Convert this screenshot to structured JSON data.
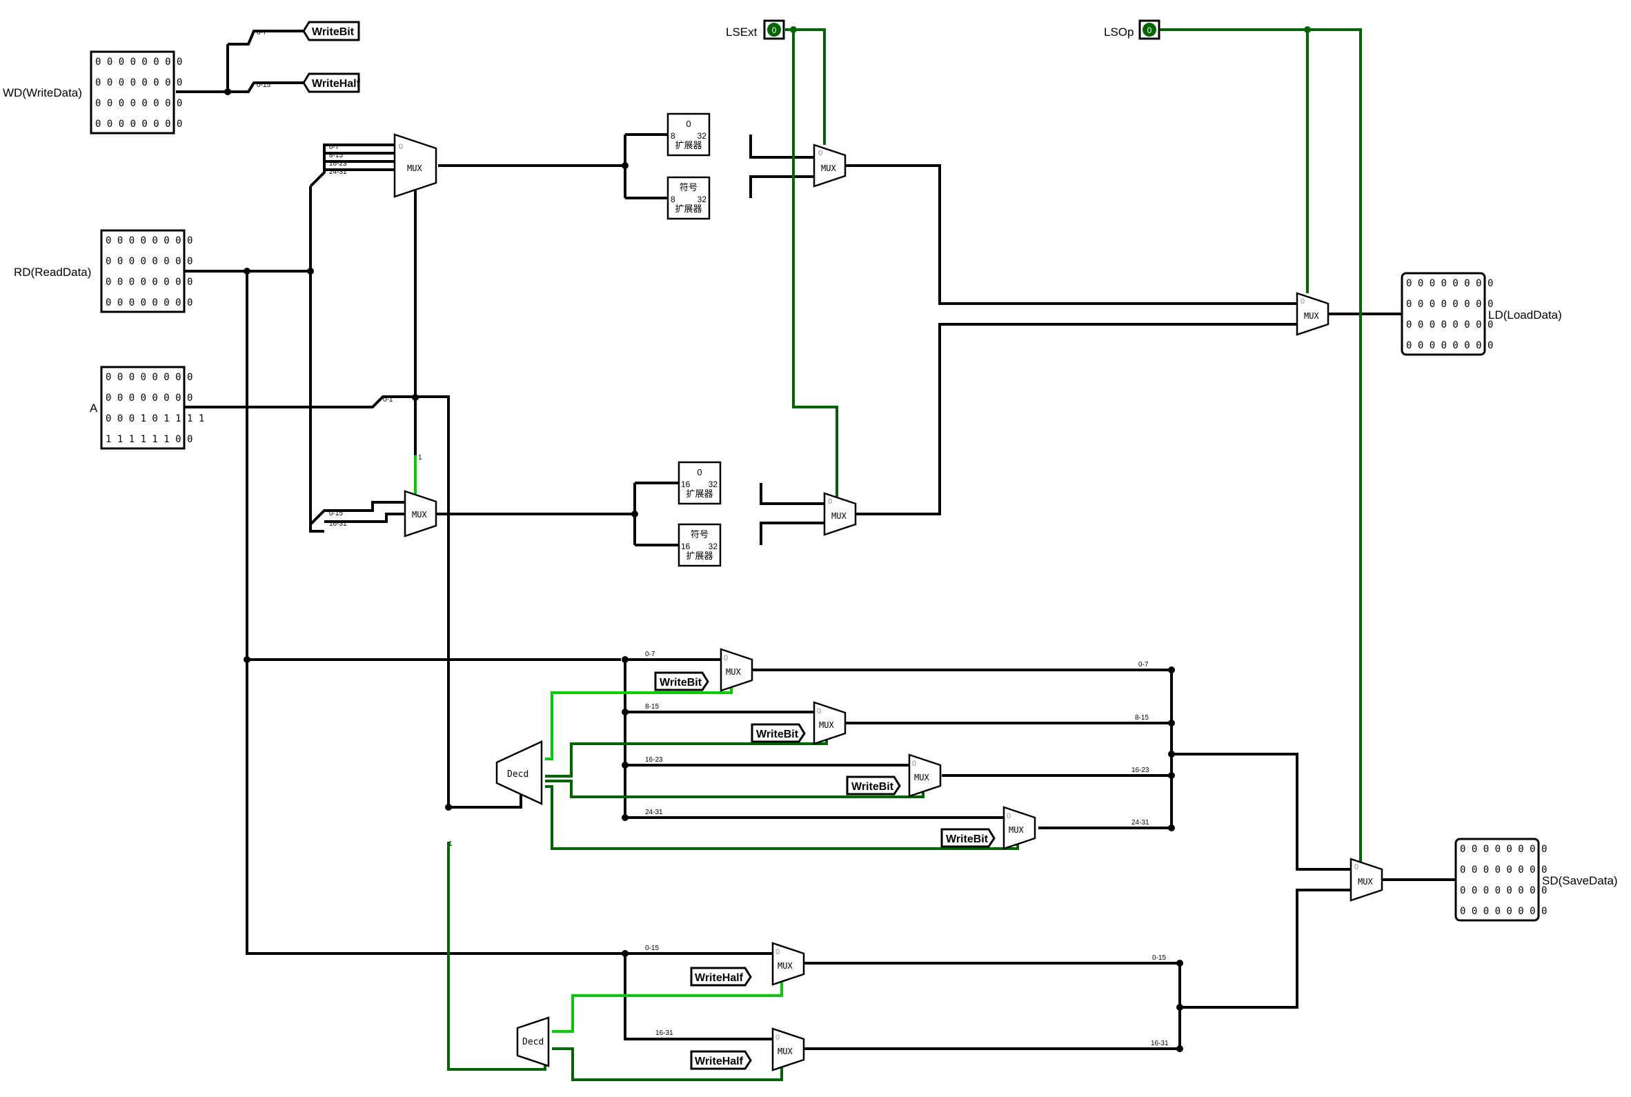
{
  "pins": {
    "wd": {
      "label": "WD(WriteData)",
      "bits": [
        "0 0 0 0 0 0 0 0",
        "0 0 0 0 0 0 0 0",
        "0 0 0 0 0 0 0 0",
        "0 0 0 0 0 0 0 0"
      ]
    },
    "rd": {
      "label": "RD(ReadData)",
      "bits": [
        "0 0 0 0 0 0 0 0",
        "0 0 0 0 0 0 0 0",
        "0 0 0 0 0 0 0 0",
        "0 0 0 0 0 0 0 0"
      ]
    },
    "a": {
      "label": "A",
      "bits": [
        "0 0 0 0 0 0 0 0",
        "0 0 0 0 0 0 0 0",
        "0 0 0 1 0 1 1 1 1",
        "1 1 1 1 1 1 0 0"
      ]
    },
    "ld": {
      "label": "LD(LoadData)",
      "bits": [
        "0 0 0 0 0 0 0 0",
        "0 0 0 0 0 0 0 0",
        "0 0 0 0 0 0 0 0",
        "0 0 0 0 0 0 0 0"
      ]
    },
    "sd": {
      "label": "SD(SaveData)",
      "bits": [
        "0 0 0 0 0 0 0 0",
        "0 0 0 0 0 0 0 0",
        "0 0 0 0 0 0 0 0",
        "0 0 0 0 0 0 0 0"
      ]
    },
    "lsext": {
      "label": "LSExt",
      "value": "0"
    },
    "lsop": {
      "label": "LSOp",
      "value": "0"
    }
  },
  "tunnels": {
    "write_bit": "WriteBit",
    "write_half": "WriteHalf"
  },
  "components": {
    "mux": "MUX",
    "decoder": "Decd",
    "zero": "0",
    "sign": "符号",
    "extender": "扩展器",
    "sel0": "0",
    "sel1": "1"
  },
  "extenders": {
    "w8": "8",
    "w16": "16",
    "w32": "32"
  },
  "ranges": {
    "r0_7": "0-7",
    "r8_15": "8-15",
    "r16_23": "16-23",
    "r24_31": "24-31",
    "r0_15": "0-15",
    "r16_31": "16-31",
    "r0_1": "0-1",
    "b1": "1"
  },
  "colors": {
    "wire": "#000000",
    "wire_active": "#006400",
    "wire_bright": "#00cc00",
    "pin_on": "#006400"
  }
}
